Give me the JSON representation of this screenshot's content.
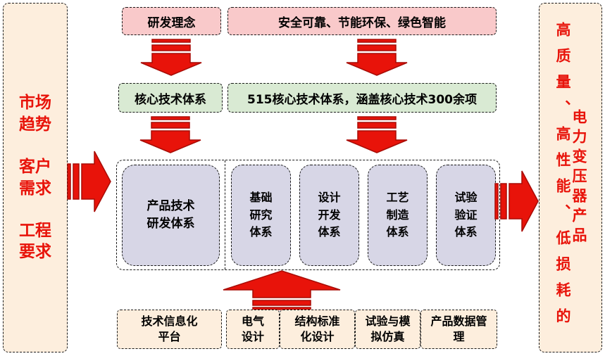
{
  "colors": {
    "accent_red": "#e8130a",
    "pink_box": "#f9c9ca",
    "green_box": "#d9ead3",
    "lavender_box": "#d7d6e6",
    "cream_box": "#fdeedd",
    "border": "#1a1a1a"
  },
  "input_panel": {
    "groups": [
      "市场\n趋势",
      "客户\n需求",
      "工程\n要求"
    ]
  },
  "output_panel": {
    "line1": "高质量、高性能、低损耗的",
    "line2": "电力变压器产品"
  },
  "concept_row": {
    "label": "研发理念",
    "value": "安全可靠、节能环保、绿色智能"
  },
  "tech_row": {
    "label": "核心技术体系",
    "value": "515核心技术体系，涵盖核心技术300余项"
  },
  "system_block": {
    "main": "产品技术\n研发体系",
    "pillars": [
      "基础\n研究\n体系",
      "设计\n开发\n体系",
      "工艺\n制造\n体系",
      "试验\n验证\n体系"
    ]
  },
  "platform_row": {
    "platform": "技术信息化\n平台",
    "modules": [
      "电气\n设计",
      "结构标准\n化设计",
      "试验与模\n拟仿真",
      "产品数据管\n理"
    ]
  }
}
